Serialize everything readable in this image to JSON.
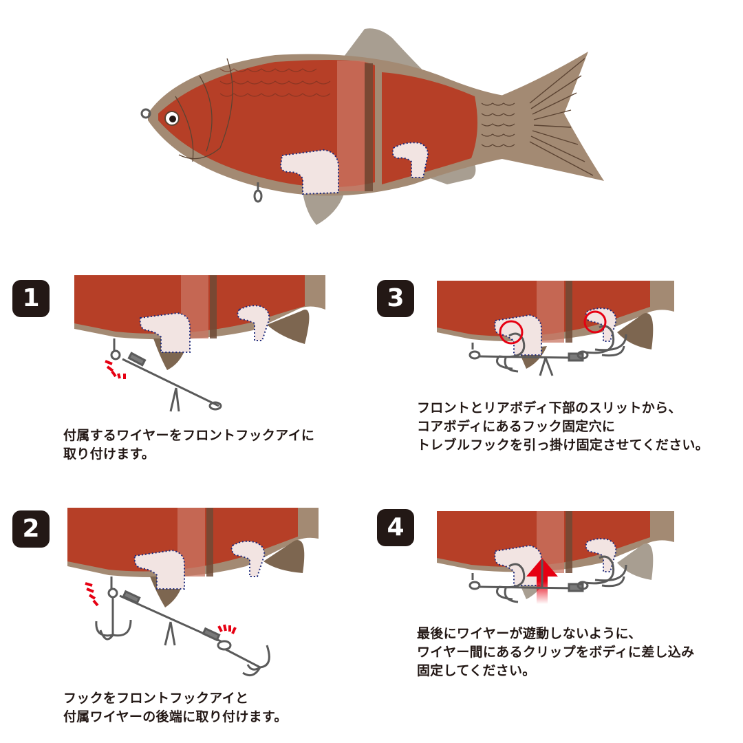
{
  "colors": {
    "body_red": "#b63f27",
    "body_frame": "#a38a73",
    "fin_gray": "#a89e91",
    "fin_dark": "#7d6650",
    "tail": "#a38a73",
    "slit_white": "#f2e4e2",
    "slit_dots": "#1d2a7c",
    "metal": "#5a5a5a",
    "accent_red": "#e60012",
    "badge_bg": "#231815",
    "text": "#231815"
  },
  "hero": {
    "label": "lure-overview-illustration"
  },
  "steps": [
    {
      "number": "1",
      "caption_lines": [
        "付属するワイヤーをフロントフックアイに",
        "取り付けます。"
      ]
    },
    {
      "number": "2",
      "caption_lines": [
        "フックをフロントフックアイと",
        "付属ワイヤーの後端に取り付けます。"
      ]
    },
    {
      "number": "3",
      "caption_lines": [
        "フロントとリアボディ下部のスリットから、",
        "コアボディにあるフック固定穴に",
        "トレブルフックを引っ掛け固定させてください。"
      ]
    },
    {
      "number": "4",
      "caption_lines": [
        "最後にワイヤーが遊動しないように、",
        "ワイヤー間にあるクリップをボディに差し込み",
        "固定してください。"
      ]
    }
  ]
}
